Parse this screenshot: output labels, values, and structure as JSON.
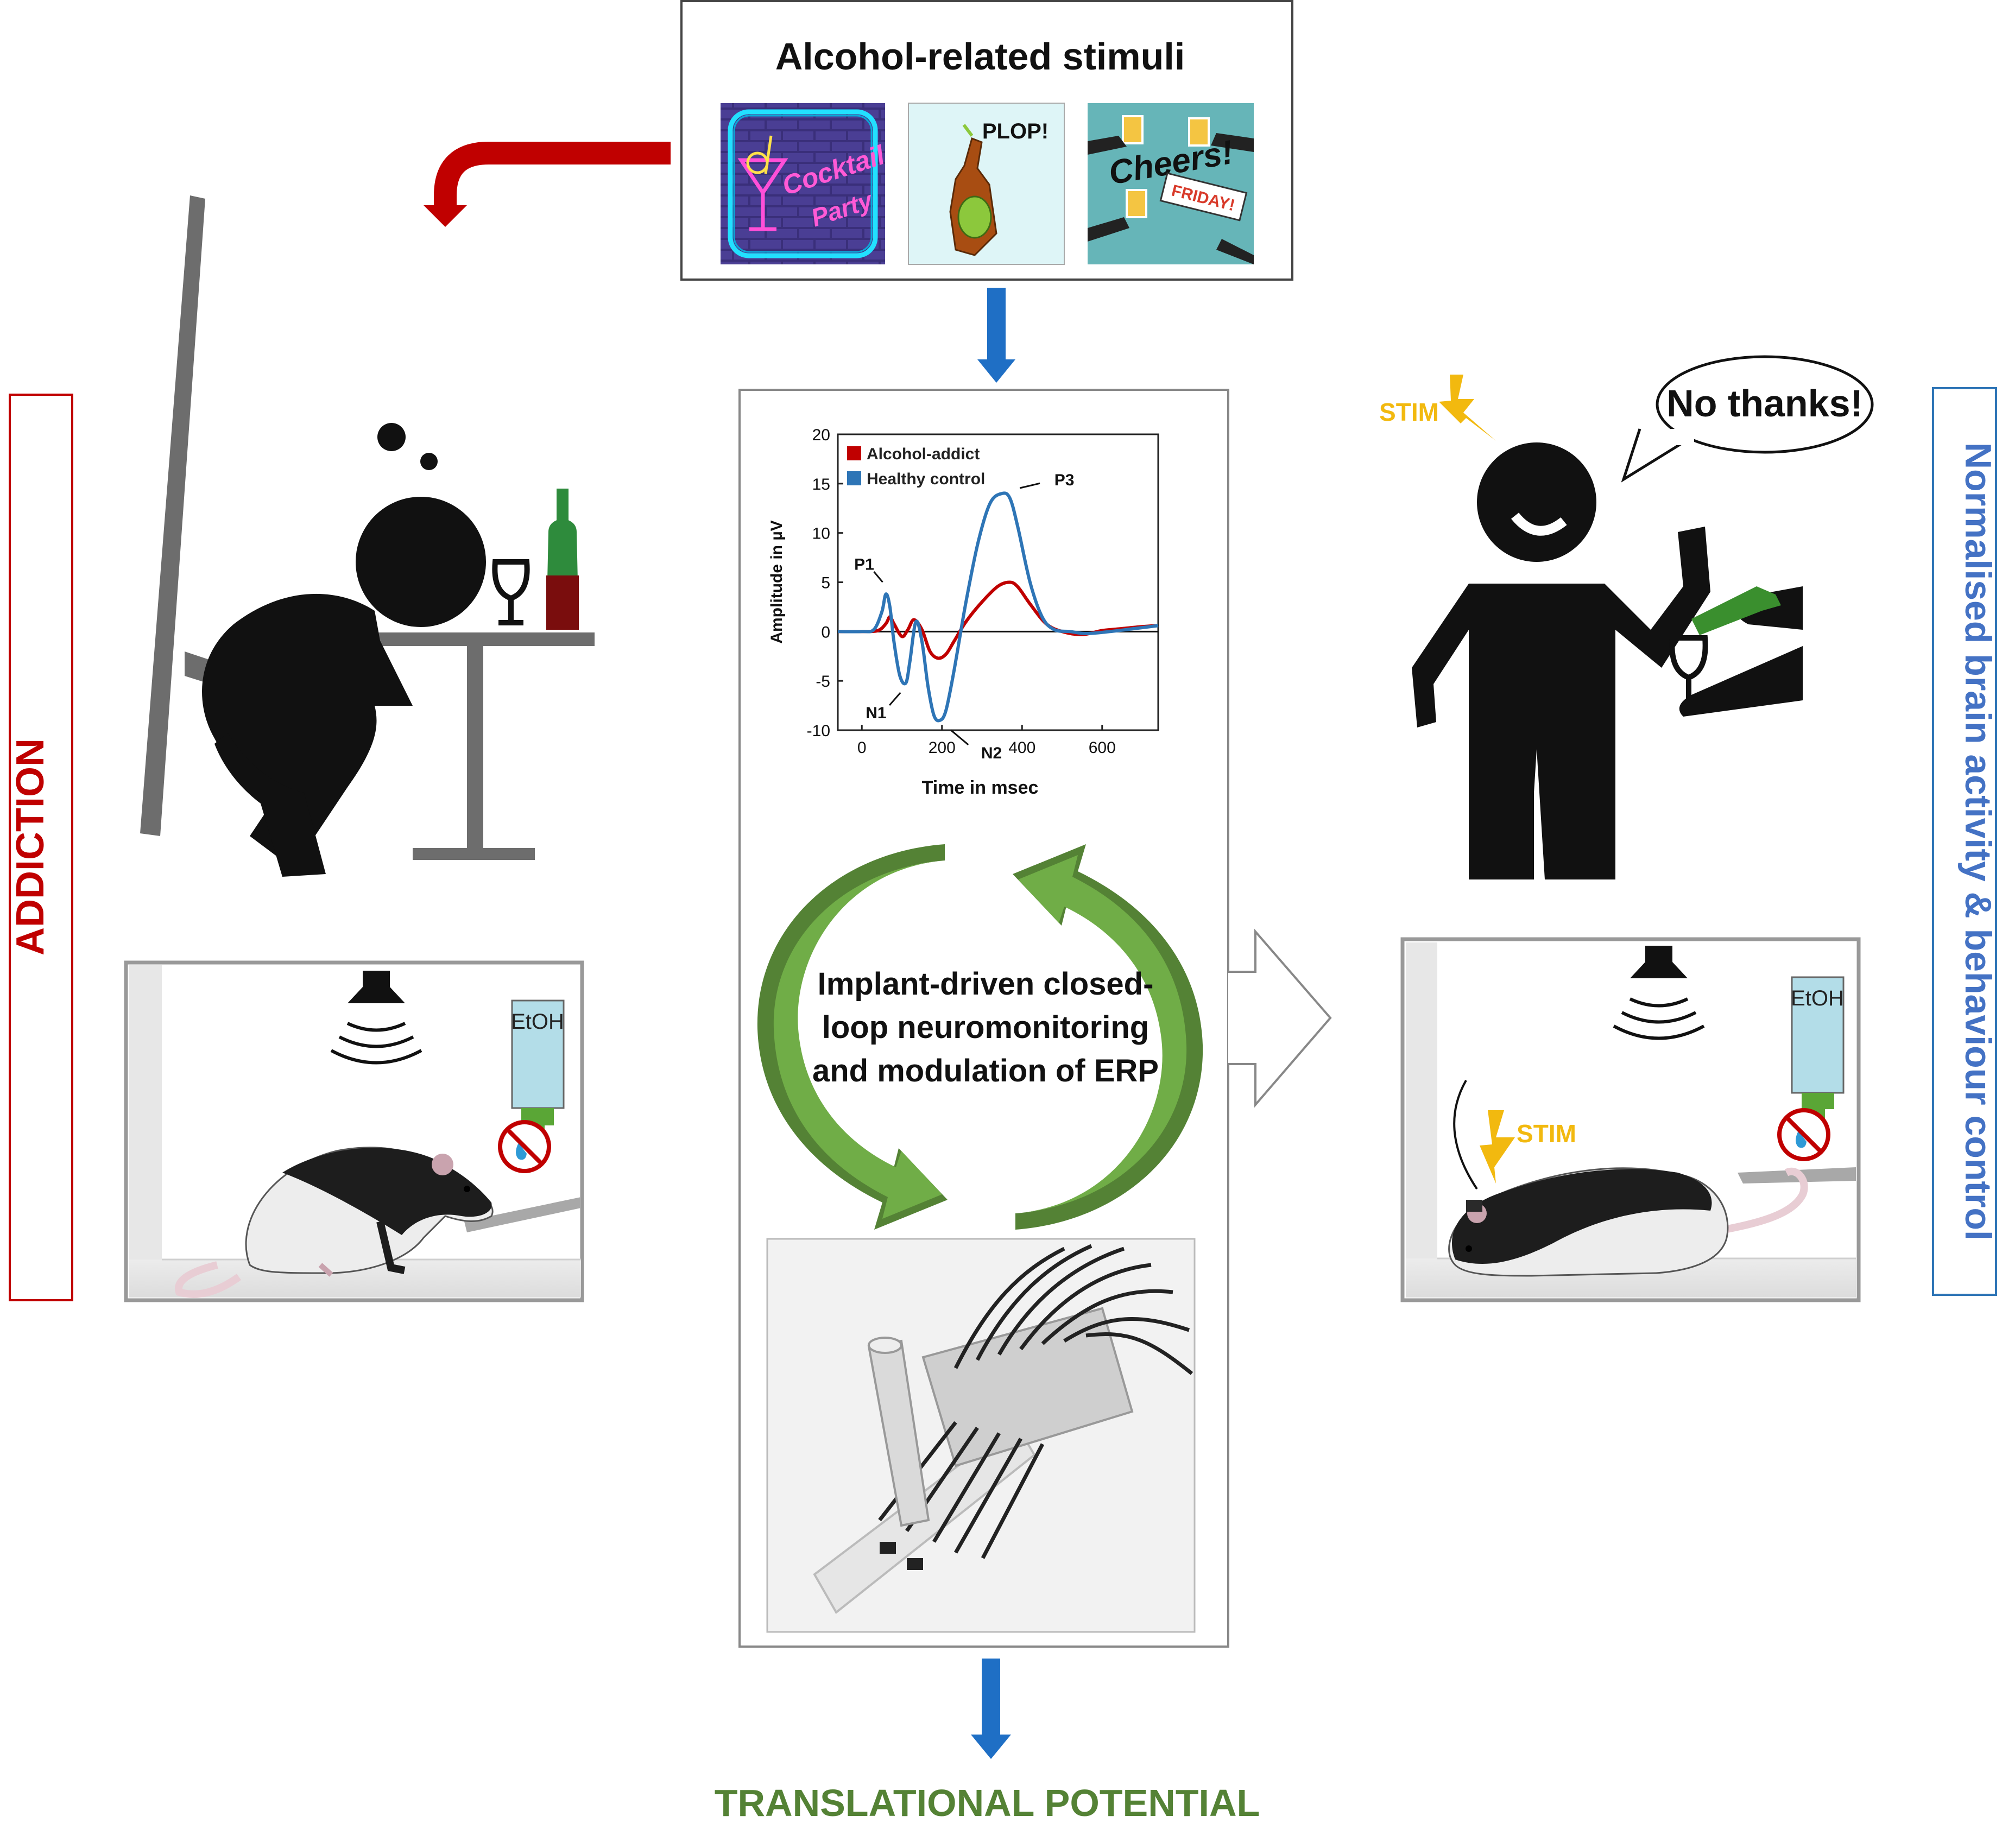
{
  "stimuli": {
    "title": "Alcohol-related stimuli",
    "cocktail_word1": "Cocktail",
    "cocktail_word2": "Party",
    "plop_text": "PLOP!",
    "cheers_text": "Cheers!",
    "friday_text": "FRIDAY!"
  },
  "left_label": "ADDICTION",
  "right_label": "Normalised brain activity & behaviour control",
  "speech_bubble": "No thanks!",
  "stim_label": "STIM",
  "etoh_label": "EtOH",
  "cycle_text": [
    "Implant-driven closed-",
    "loop neuromonitoring",
    "and modulation of ERP"
  ],
  "bottom_label": "TRANSLATIONAL POTENTIAL",
  "colors": {
    "addiction_red": "#c00000",
    "control_blue": "#4472c4",
    "arrow_blue": "#1f6fc5",
    "green_dark": "#548235",
    "green_light": "#70ad47",
    "stim_yellow": "#f2b90f"
  },
  "chart_data": {
    "type": "line",
    "xlabel": "Time in msec",
    "ylabel": "Amplitude in µV",
    "xlim": [
      -60,
      740
    ],
    "ylim": [
      -10,
      20
    ],
    "xticks": [
      0,
      200,
      400,
      600
    ],
    "yticks": [
      -10,
      -5,
      0,
      5,
      10,
      15,
      20
    ],
    "legend_position": "top-left",
    "series": [
      {
        "name": "Alcohol-addict",
        "color": "#c00000",
        "x": [
          -60,
          0,
          40,
          60,
          70,
          80,
          100,
          115,
          130,
          150,
          170,
          190,
          210,
          230,
          260,
          300,
          340,
          370,
          390,
          420,
          460,
          500,
          550,
          600,
          650,
          700,
          740
        ],
        "y": [
          0,
          0,
          0.1,
          0.8,
          1.5,
          0.8,
          -0.5,
          0.2,
          1.2,
          0.2,
          -2.0,
          -2.7,
          -2.3,
          -1.0,
          1.0,
          3.0,
          4.6,
          5.0,
          4.5,
          2.8,
          0.8,
          0,
          -0.3,
          0.1,
          0.3,
          0.5,
          0.6
        ]
      },
      {
        "name": "Healthy control",
        "color": "#2e75b6",
        "x": [
          -60,
          0,
          30,
          50,
          60,
          70,
          80,
          95,
          110,
          120,
          135,
          150,
          165,
          180,
          195,
          210,
          230,
          260,
          290,
          320,
          350,
          370,
          390,
          420,
          450,
          480,
          520,
          560,
          620,
          680,
          740
        ],
        "y": [
          0,
          0,
          0.2,
          2.0,
          3.8,
          2.5,
          -1.0,
          -4.5,
          -5.2,
          -3.0,
          1.0,
          -1.0,
          -5.5,
          -8.5,
          -9.0,
          -8.0,
          -4.0,
          3.0,
          9.0,
          13.0,
          14.0,
          13.5,
          10.5,
          5.0,
          1.5,
          0.2,
          0,
          -0.2,
          0,
          0.3,
          0.6
        ]
      }
    ],
    "annotations": [
      {
        "text": "P1",
        "x": 60,
        "y": 3.8
      },
      {
        "text": "N1",
        "x": 110,
        "y": -5.2
      },
      {
        "text": "N2",
        "x": 195,
        "y": -9.0
      },
      {
        "text": "P3",
        "x": 370,
        "y": 14.0
      }
    ]
  }
}
